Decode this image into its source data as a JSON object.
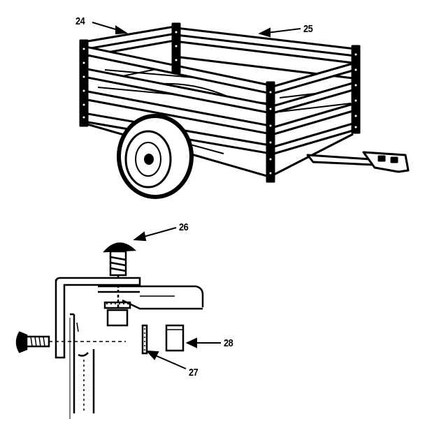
{
  "callouts": {
    "part_24": "24",
    "part_25": "25",
    "part_26": "26",
    "part_27": "27",
    "part_28": "28"
  },
  "colors": {
    "ink": "#000000",
    "paper": "#ffffff"
  }
}
